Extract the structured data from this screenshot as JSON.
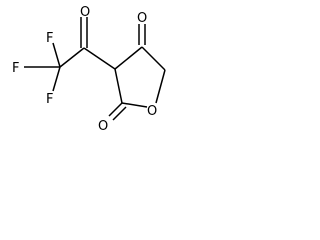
{
  "atom_labels": {
    "ketone_oxygen_top": "O",
    "ring_ketone_oxygen": "O",
    "fluorine_top": "F",
    "fluorine_left": "F",
    "fluorine_bottom": "F",
    "lactone_carbonyl_oxygen": "O",
    "ring_oxygen": "O"
  },
  "colors": {
    "bond": "#000000",
    "label": "#000000",
    "background": "#ffffff"
  }
}
